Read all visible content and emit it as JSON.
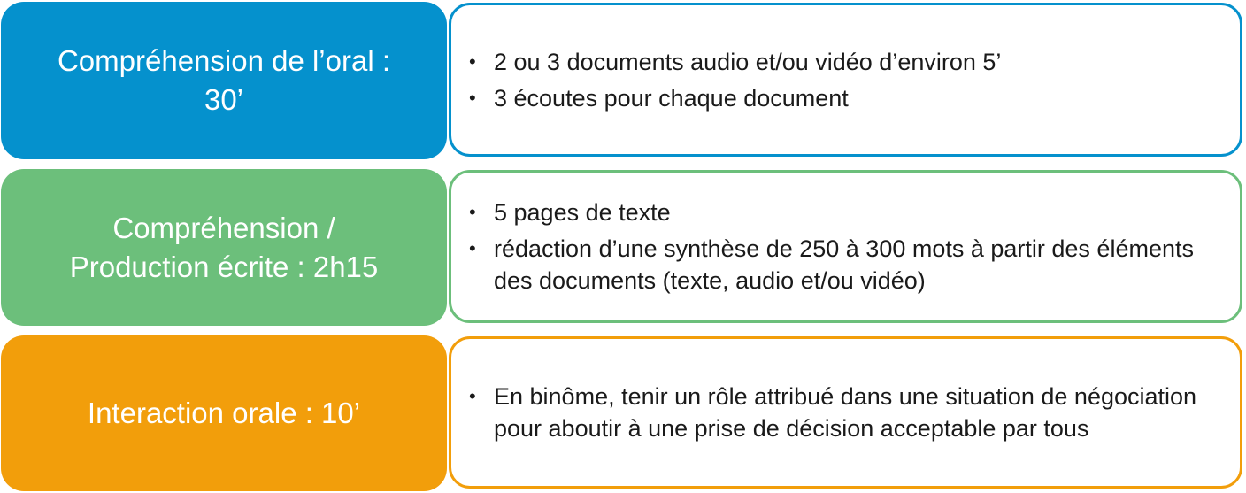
{
  "colors": {
    "blue": "#0591cd",
    "green": "#6cbf7b",
    "orange": "#f29e0b"
  },
  "bullet_glyph": "•",
  "rows": [
    {
      "label": "Compréhension de l’oral :\n30’",
      "items": [
        "2 ou 3 documents audio et/ou vidéo d’environ 5’",
        "3 écoutes pour chaque document"
      ]
    },
    {
      "label": "Compréhension /\nProduction écrite : 2h15",
      "items": [
        "5 pages de texte",
        "rédaction d’une synthèse de 250 à 300 mots à partir des éléments des documents (texte, audio et/ou vidéo)"
      ]
    },
    {
      "label": "Interaction orale : 10’",
      "items": [
        "En binôme, tenir un rôle attribué dans une situation de négociation pour aboutir à une prise de décision acceptable par tous"
      ]
    }
  ]
}
